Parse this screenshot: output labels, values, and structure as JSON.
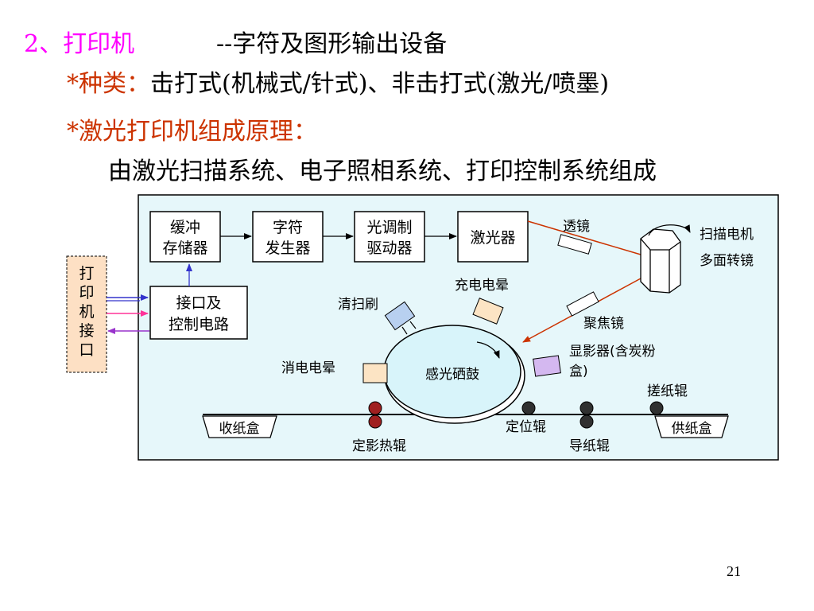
{
  "heading": {
    "number": "2、打印机",
    "subtitle": "--字符及图形输出设备"
  },
  "types": {
    "label": "*种类：",
    "content": "击打式(机械式/针式)、非击打式(激光/喷墨)"
  },
  "principle": {
    "label": "*激光打印机组成原理："
  },
  "composition": "由激光扫描系统、电子照相系统、打印控制系统组成",
  "diagram": {
    "boxes": {
      "buffer": [
        "缓冲",
        "存储器"
      ],
      "char_gen": [
        "字符",
        "发生器"
      ],
      "light_mod": [
        "光调制",
        "驱动器"
      ],
      "laser": "激光器",
      "interface_ctrl": [
        "接口及",
        "控制电路"
      ],
      "printer_interface": [
        "打",
        "印",
        "机",
        "接",
        "口"
      ]
    },
    "labels": {
      "lens": "透镜",
      "scan_motor": [
        "扫描电机",
        "多面转镜"
      ],
      "focus_lens": "聚焦镜",
      "charge_corona": "充电电晕",
      "cleaning_brush": "清扫刷",
      "developer": [
        "显影器(含炭粉",
        "盒)"
      ],
      "discharge_corona": "消电电晕",
      "drum": "感光硒鼓",
      "pickup_roller": "搓纸辊",
      "output_tray": "收纸盒",
      "input_tray": "供纸盒",
      "registration_roller": "定位辊",
      "fuser_roller": "定影热辊",
      "guide_roller": "导纸辊"
    },
    "colors": {
      "background": "#E6F7FA",
      "border": "#000000",
      "interface_fill": "#FDE0C4",
      "lens_red": "#CC3300",
      "drum_fill": "#D8F4FA",
      "charge_fill": "#FCE4C4",
      "brush_fill": "#B8D0F0",
      "developer_fill": "#D4B8F0",
      "roller_red": "#A02020",
      "roller_dark": "#303030",
      "signal_blue": "#3333CC",
      "signal_pink": "#FF3399",
      "signal_purple": "#9933CC"
    }
  },
  "page_number": "21"
}
